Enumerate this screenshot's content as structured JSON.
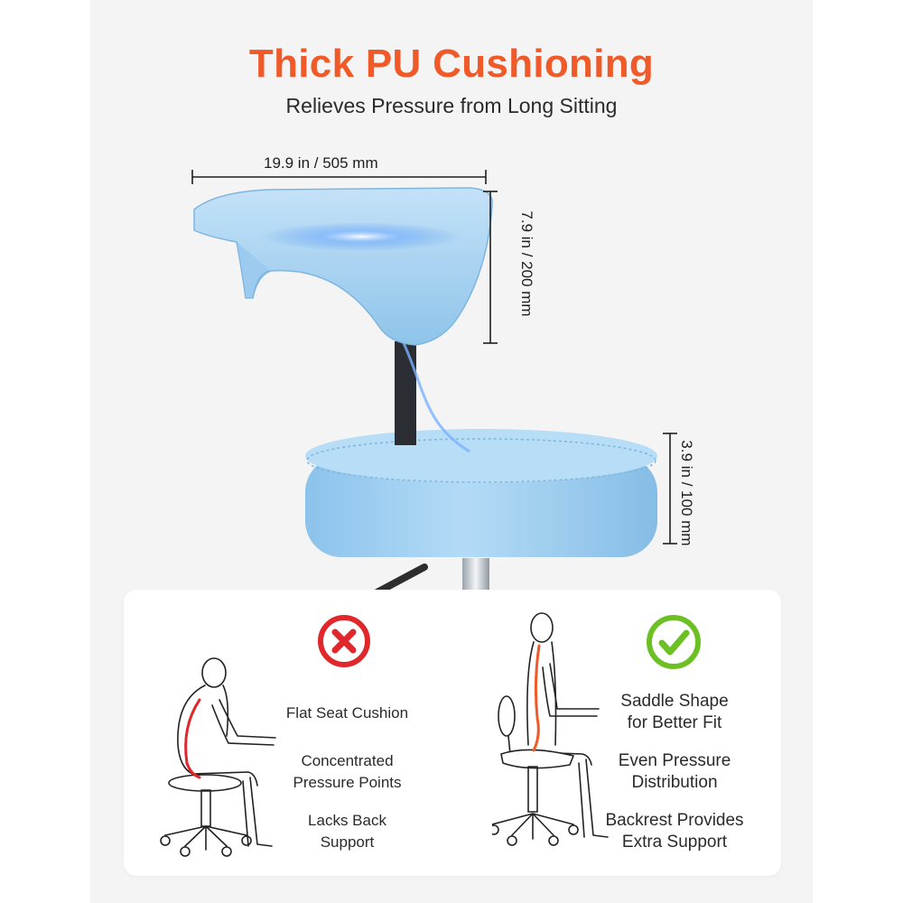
{
  "header": {
    "title": "Thick PU Cushioning",
    "subtitle": "Relieves Pressure from Long Sitting"
  },
  "dimensions": {
    "backrest_width": "19.9 in / 505 mm",
    "backrest_height": "7.9 in / 200 mm",
    "seat_thickness": "3.9 in / 100 mm"
  },
  "comparison": {
    "bad": {
      "icon": "red-x-circle-icon",
      "points": [
        [
          "Flat Seat Cushion"
        ],
        [
          "Concentrated",
          "Pressure Points"
        ],
        [
          "Lacks Back",
          "Support"
        ]
      ]
    },
    "good": {
      "icon": "green-check-circle-icon",
      "points": [
        [
          "Saddle Shape",
          "for Better Fit"
        ],
        [
          "Even Pressure",
          "Distribution"
        ],
        [
          "Backrest Provides",
          "Extra Support"
        ]
      ]
    }
  },
  "colors": {
    "title": "#f05a28",
    "bad": "#e0282c",
    "good": "#6cc024",
    "cushion": "#a9d4f2"
  }
}
